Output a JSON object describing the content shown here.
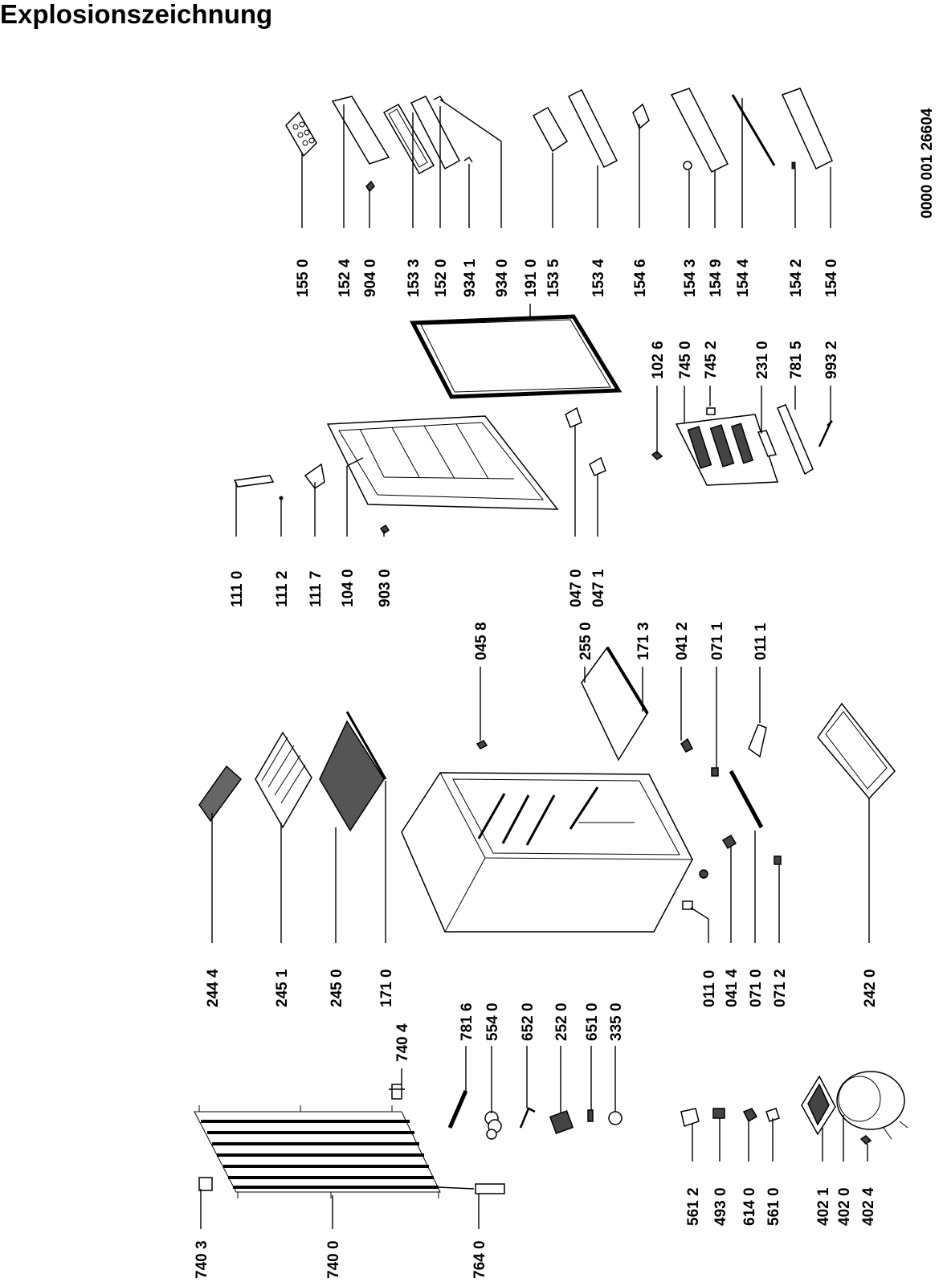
{
  "title": "Explosionszeichnung",
  "document_number": "0000 001 26604",
  "parts": [
    {
      "id": "p1550",
      "number": "155 0"
    },
    {
      "id": "p1524",
      "number": "152 4"
    },
    {
      "id": "p9040",
      "number": "904 0"
    },
    {
      "id": "p1533",
      "number": "153 3"
    },
    {
      "id": "p1520",
      "number": "152 0"
    },
    {
      "id": "p9341",
      "number": "934 1"
    },
    {
      "id": "p9340",
      "number": "934 0"
    },
    {
      "id": "p1910",
      "number": "191 0"
    },
    {
      "id": "p1535",
      "number": "153 5"
    },
    {
      "id": "p1534",
      "number": "153 4"
    },
    {
      "id": "p1546",
      "number": "154 6"
    },
    {
      "id": "p1543",
      "number": "154 3"
    },
    {
      "id": "p1549",
      "number": "154 9"
    },
    {
      "id": "p1544",
      "number": "154 4"
    },
    {
      "id": "p1542",
      "number": "154 2"
    },
    {
      "id": "p1540",
      "number": "154 0"
    },
    {
      "id": "p1026",
      "number": "102 6"
    },
    {
      "id": "p7450",
      "number": "745 0"
    },
    {
      "id": "p7452",
      "number": "745 2"
    },
    {
      "id": "p2310",
      "number": "231 0"
    },
    {
      "id": "p7815",
      "number": "781 5"
    },
    {
      "id": "p9932",
      "number": "993 2"
    },
    {
      "id": "p1110",
      "number": "111 0"
    },
    {
      "id": "p1112",
      "number": "111 2"
    },
    {
      "id": "p1117",
      "number": "111 7"
    },
    {
      "id": "p1040",
      "number": "104 0"
    },
    {
      "id": "p9030",
      "number": "903 0"
    },
    {
      "id": "p0470",
      "number": "047 0"
    },
    {
      "id": "p0471",
      "number": "047 1"
    },
    {
      "id": "p0458",
      "number": "045 8"
    },
    {
      "id": "p2550",
      "number": "255 0"
    },
    {
      "id": "p1713",
      "number": "171 3"
    },
    {
      "id": "p0412",
      "number": "041 2"
    },
    {
      "id": "p0711",
      "number": "071 1"
    },
    {
      "id": "p0111",
      "number": "011 1"
    },
    {
      "id": "p2444",
      "number": "244 4"
    },
    {
      "id": "p2451",
      "number": "245 1"
    },
    {
      "id": "p2450",
      "number": "245 0"
    },
    {
      "id": "p1710",
      "number": "171 0"
    },
    {
      "id": "p0110",
      "number": "011 0"
    },
    {
      "id": "p0414",
      "number": "041 4"
    },
    {
      "id": "p0710",
      "number": "071 0"
    },
    {
      "id": "p0712",
      "number": "071 2"
    },
    {
      "id": "p2420",
      "number": "242 0"
    },
    {
      "id": "p7404",
      "number": "740 4"
    },
    {
      "id": "p7816",
      "number": "781 6"
    },
    {
      "id": "p5540",
      "number": "554 0"
    },
    {
      "id": "p6520",
      "number": "652 0"
    },
    {
      "id": "p2520",
      "number": "252 0"
    },
    {
      "id": "p6510",
      "number": "651 0"
    },
    {
      "id": "p3350",
      "number": "335 0"
    },
    {
      "id": "p7403",
      "number": "740 3"
    },
    {
      "id": "p7400",
      "number": "740 0"
    },
    {
      "id": "p7640",
      "number": "764 0"
    },
    {
      "id": "p5612",
      "number": "561 2"
    },
    {
      "id": "p4930",
      "number": "493 0"
    },
    {
      "id": "p6140",
      "number": "614 0"
    },
    {
      "id": "p5610",
      "number": "561 0"
    },
    {
      "id": "p4021",
      "number": "402 1"
    },
    {
      "id": "p4020",
      "number": "402 0"
    },
    {
      "id": "p4024",
      "number": "402 4"
    }
  ]
}
